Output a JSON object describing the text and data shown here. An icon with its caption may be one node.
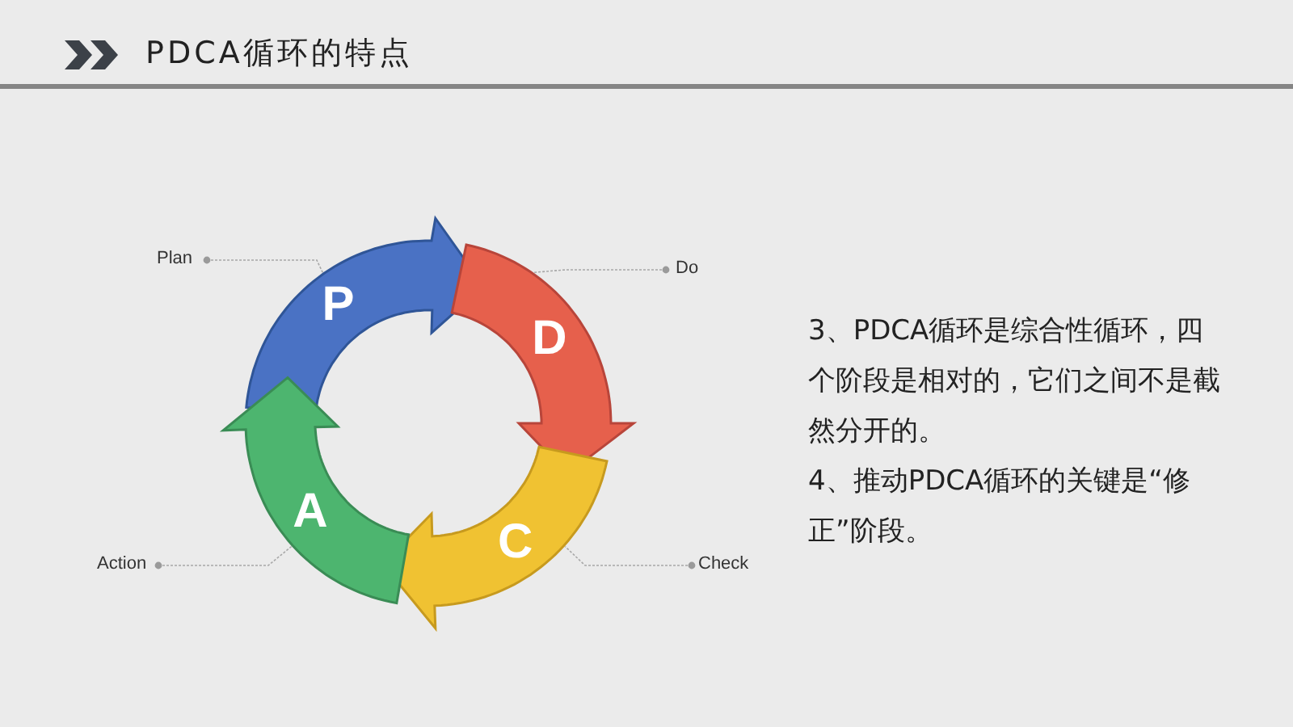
{
  "diagram": {
    "title": "PDCA循环的特点",
    "nodes": [
      {
        "text": [
          "P"
        ]
      },
      {
        "text": [
          "D"
        ]
      },
      {
        "text": [
          "C"
        ]
      },
      {
        "text": [
          "A"
        ]
      },
      {
        "text": [
          "Plan"
        ]
      },
      {
        "text": [
          "Do"
        ]
      },
      {
        "text": [
          "Check"
        ]
      },
      {
        "text": [
          "Action"
        ]
      }
    ],
    "edges": [
      {
        "from": 4,
        "to": 0,
        "arrow": "other"
      },
      {
        "from": 5,
        "to": 1,
        "arrow": "other"
      },
      {
        "from": 6,
        "to": 2,
        "arrow": "other"
      },
      {
        "from": 7,
        "to": 3,
        "arrow": "other"
      }
    ],
    "labels": [
      "3、PDCA循环是综合性循环，四个阶段是相对的，它们之间不是截然分开的。",
      "4、推动PDCA循环的关键是“修正”阶段。"
    ]
  }
}
